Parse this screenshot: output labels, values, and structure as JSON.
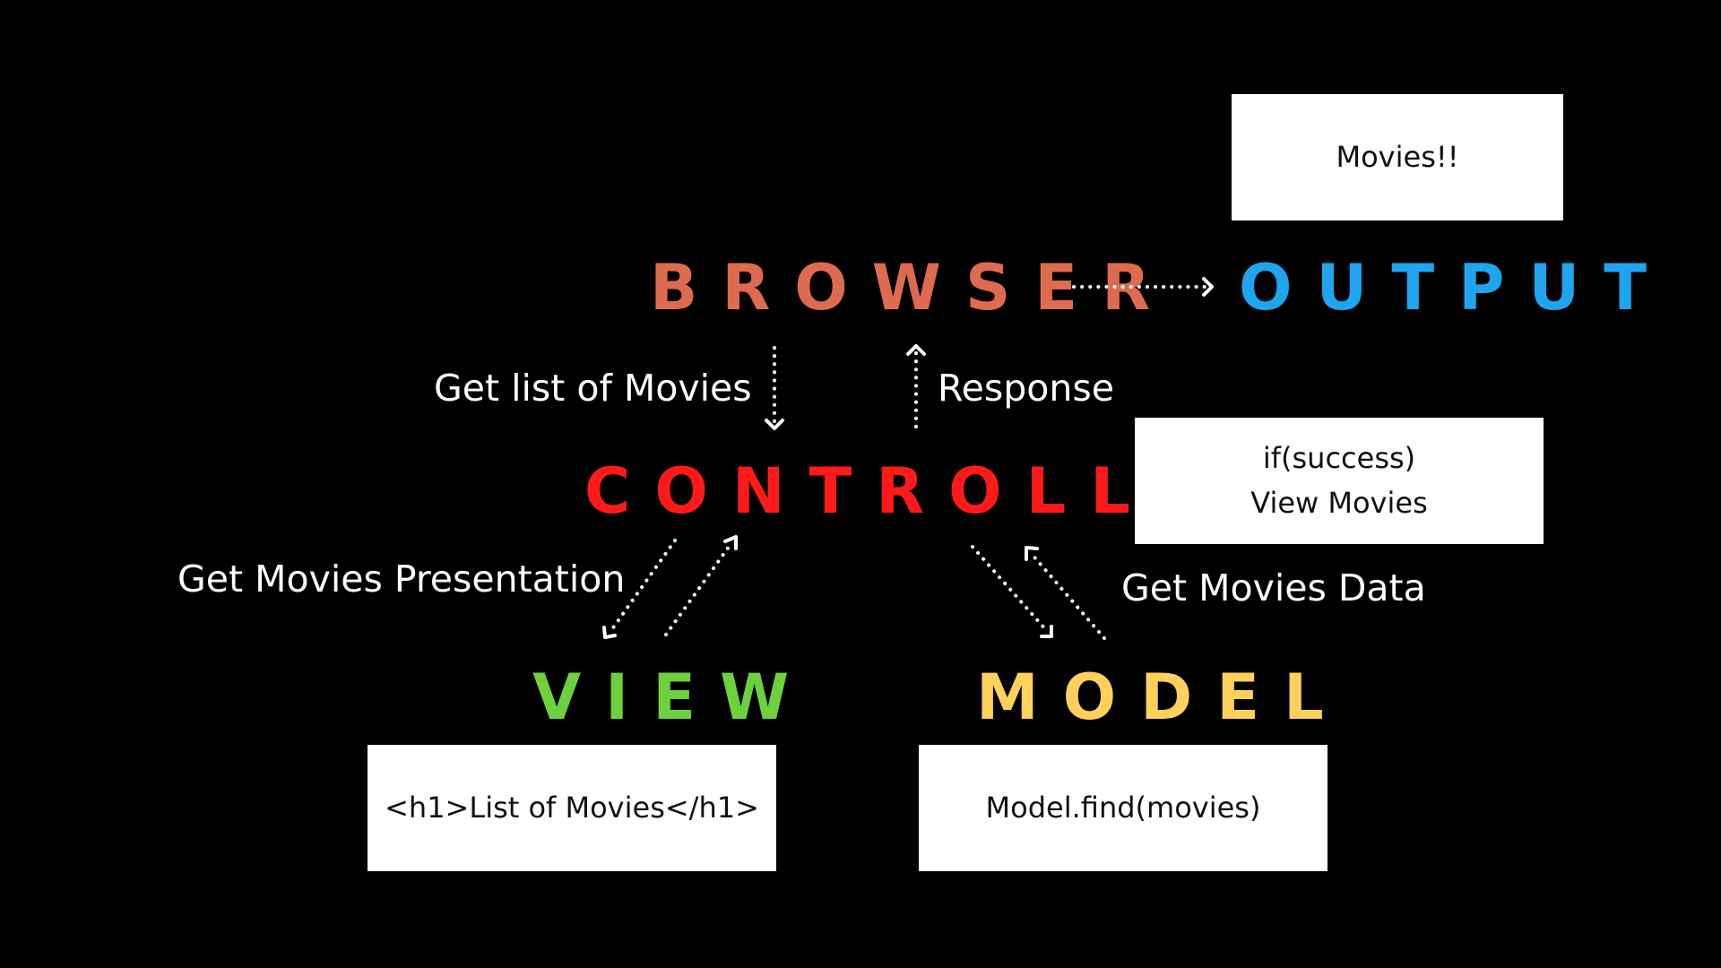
{
  "nodes": {
    "browser": "BROWSER",
    "output": "OUTPUT",
    "controller": "CONTROLLER",
    "view": "VIEW",
    "model": "MODEL"
  },
  "labels": {
    "get_list": "Get list of Movies",
    "response": "Response",
    "get_presentation": "Get Movies Presentation",
    "get_data": "Get Movies Data"
  },
  "boxes": {
    "output": "Movies!!",
    "controller_line1": "if(success)",
    "controller_line2": "View Movies",
    "view": "<h1>List of Movies</h1>",
    "model": "Model.find(movies)"
  },
  "colors": {
    "background": "#000000",
    "browser": "#de6a4f",
    "output": "#1fa5ee",
    "controller": "#ff1a1a",
    "view": "#6cd13c",
    "model": "#ffd15a",
    "arrow": "#ffffff"
  }
}
